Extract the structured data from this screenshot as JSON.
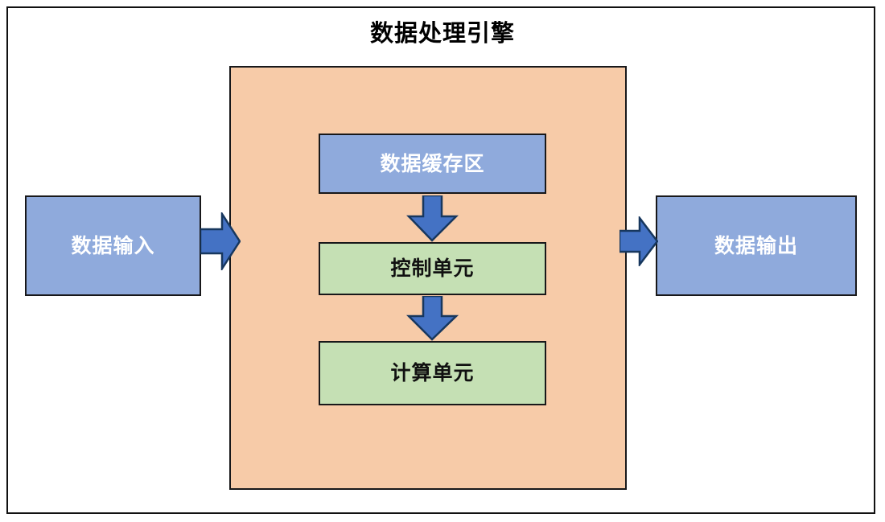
{
  "diagram": {
    "title": "数据处理引擎",
    "colors": {
      "canvas_background": "#ffffff",
      "frame_border": "#111111",
      "engine_fill": "#F7CBA8",
      "blue_node_fill": "#8FAADC",
      "green_node_fill": "#C5E0B4",
      "arrow_fill": "#4472C4",
      "arrow_stroke": "#1F3864",
      "node_border": "#18181a",
      "white_label": "#ffffff",
      "black_label": "#111111"
    },
    "nodes": [
      {
        "id": "input",
        "label": "数据输入",
        "fill": "#8FAADC",
        "text_color": "#ffffff"
      },
      {
        "id": "engine",
        "label": "",
        "fill": "#F7CBA8",
        "text_color": "#111111"
      },
      {
        "id": "buffer",
        "label": "数据缓存区",
        "fill": "#8FAADC",
        "text_color": "#ffffff"
      },
      {
        "id": "control",
        "label": "控制单元",
        "fill": "#C5E0B4",
        "text_color": "#111111"
      },
      {
        "id": "compute",
        "label": "计算单元",
        "fill": "#C5E0B4",
        "text_color": "#111111"
      },
      {
        "id": "output",
        "label": "数据输出",
        "fill": "#8FAADC",
        "text_color": "#ffffff"
      }
    ],
    "arrows": [
      {
        "id": "input-to-engine",
        "direction": "right",
        "from": "input",
        "to": "engine"
      },
      {
        "id": "buffer-to-control",
        "direction": "down",
        "from": "buffer",
        "to": "control"
      },
      {
        "id": "control-to-compute",
        "direction": "down",
        "from": "control",
        "to": "compute"
      },
      {
        "id": "engine-to-output",
        "direction": "right",
        "from": "engine",
        "to": "output"
      }
    ]
  }
}
